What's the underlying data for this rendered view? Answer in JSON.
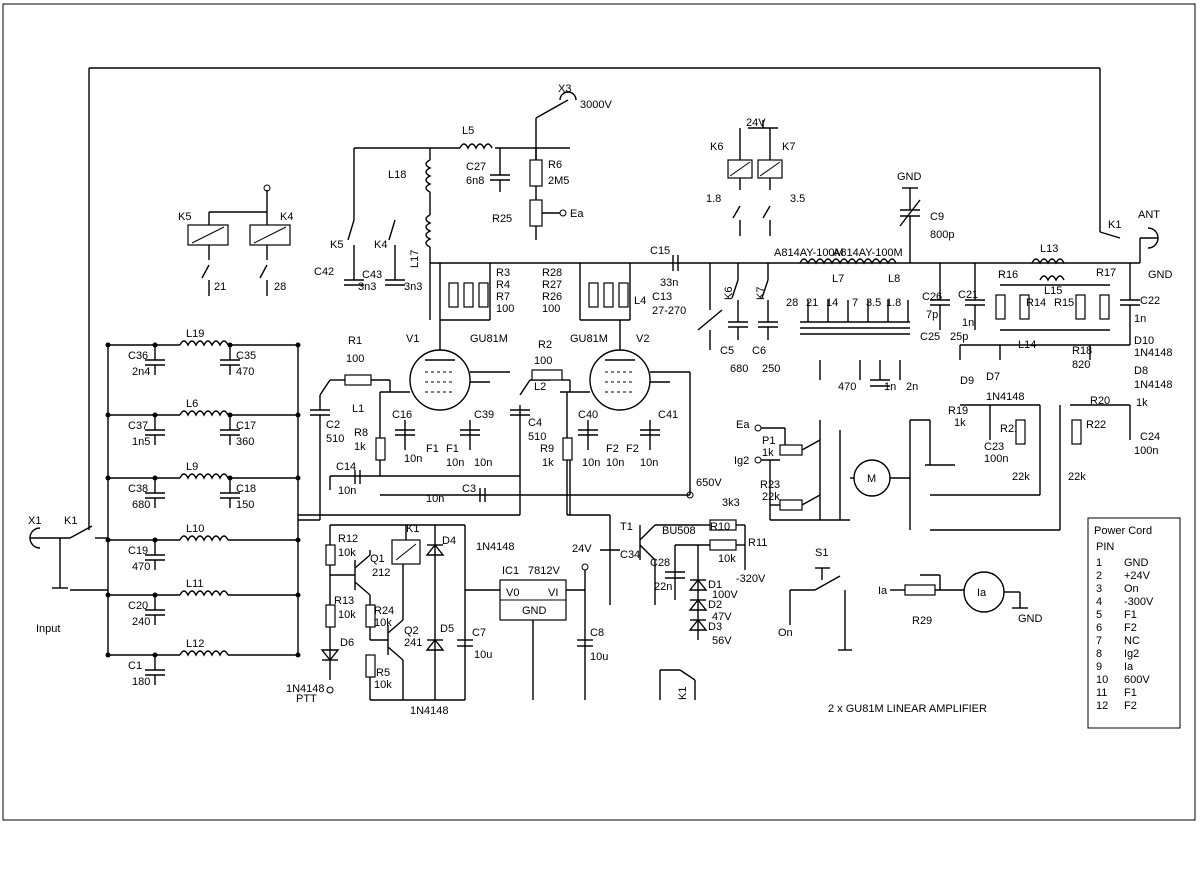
{
  "diagram": {
    "title": "2 x GU81M LINEAR AMPLIFIER",
    "input_label": "Input",
    "power_cord": {
      "title": "Power Cord",
      "pin_header": "PIN",
      "pins": [
        {
          "num": "1",
          "name": "GND"
        },
        {
          "num": "2",
          "name": "+24V"
        },
        {
          "num": "3",
          "name": "On"
        },
        {
          "num": "4",
          "name": "-300V"
        },
        {
          "num": "5",
          "name": "F1"
        },
        {
          "num": "6",
          "name": "F2"
        },
        {
          "num": "7",
          "name": "NC"
        },
        {
          "num": "8",
          "name": "Ig2"
        },
        {
          "num": "9",
          "name": "Ia"
        },
        {
          "num": "10",
          "name": "600V"
        },
        {
          "num": "11",
          "name": "F1"
        },
        {
          "num": "12",
          "name": "F2"
        }
      ]
    },
    "input_filter": {
      "coils": [
        "L19",
        "L6",
        "L9",
        "L10",
        "L11",
        "L12"
      ],
      "left_caps": [
        {
          "ref": "C36",
          "val": "2n4"
        },
        {
          "ref": "C37",
          "val": "1n5"
        },
        {
          "ref": "C38",
          "val": "680"
        },
        {
          "ref": "C19",
          "val": "470"
        },
        {
          "ref": "C20",
          "val": "240"
        },
        {
          "ref": "C1",
          "val": "180"
        }
      ],
      "right_caps": [
        {
          "ref": "C35",
          "val": "470"
        },
        {
          "ref": "C17",
          "val": "360"
        },
        {
          "ref": "C18",
          "val": "150"
        }
      ]
    },
    "relays_left": {
      "k5": "K5",
      "k4": "K4",
      "c21": "21",
      "c28": "28"
    },
    "tube1": {
      "ref": "V1",
      "type": "GU81M"
    },
    "tube2": {
      "ref": "V2",
      "type": "GU81M"
    },
    "labels": {
      "x1": "X1",
      "k1_in": "K1",
      "x3": "X3",
      "v3000": "3000V",
      "l5": "L5",
      "c27": "C27",
      "c27v": "6n8",
      "r6": "R6",
      "r6v": "2M5",
      "r25": "R25",
      "ea": "Ea",
      "l18": "L18",
      "l17": "L17",
      "c42": "C42",
      "c43": "C43",
      "c43v": "3n3",
      "c3n3": "3n3",
      "k5v": "K5",
      "k4v": "K4",
      "r3": "R3",
      "r4": "R4",
      "r7": "R7",
      "r100a": "100",
      "r28": "R28",
      "r27": "R27",
      "r26": "R26",
      "r100b": "100",
      "l4": "L4",
      "c15": "C15",
      "c15v": "33n",
      "c13": "C13",
      "c13v": "27-270",
      "k6": "K6",
      "k7": "K7",
      "c5": "C5",
      "c5v": "680",
      "c6": "C6",
      "c6v": "250",
      "k6r": "K6",
      "k7r": "K7",
      "v24": "24V",
      "p18": "1.8",
      "p35": "3.5",
      "gnd_top": "GND",
      "c9": "C9",
      "c9v": "800p",
      "sw1": "A814AY-100M",
      "sw2": "A814AY-100M",
      "l7": "L7",
      "l8": "L8",
      "b28": "28",
      "b21": "21",
      "b14": "14",
      "b7": "7",
      "b35": "3.5",
      "b18": "1.8",
      "c470": "470",
      "c1n": "1n",
      "c2n": "2n",
      "l13": "L13",
      "r16": "R16",
      "r17": "R17",
      "r14": "R14",
      "r15": "R15",
      "l15": "L15",
      "c26": "C26",
      "c26v": "7p",
      "c21": "C21",
      "c21v": "1n",
      "c22": "C22",
      "c22v": "1n",
      "c25": "C25",
      "c25v": "25p",
      "d9": "D9",
      "d7": "D7",
      "l14": "L14",
      "r18": "R18",
      "r18v": "820",
      "d10": "D10",
      "d10v": "1N4148",
      "d8": "D8",
      "d8v": "1N4148",
      "r19": "R19",
      "r19v": "1k",
      "r21": "R21",
      "r20": "R20",
      "r20v": "1k",
      "r22": "R22",
      "c23": "C23",
      "c23v": "100n",
      "c24": "C24",
      "c24v": "100n",
      "k22a": "22k",
      "k22b": "22k",
      "d1n4148": "1N4148",
      "k1_ant": "K1",
      "ant": "ANT",
      "gnd_ant": "GND",
      "r1": "R1",
      "r1v": "100",
      "l1": "L1",
      "c2": "C2",
      "c2v": "510",
      "r8": "R8",
      "r8v": "1k",
      "c16": "C16",
      "c16v": "10n",
      "f1a": "F1",
      "f1b": "F1",
      "c39": "C39",
      "c39v": "10n",
      "c10na": "10n",
      "r2": "R2",
      "r2v": "100",
      "l2": "L2",
      "c4": "C4",
      "c4v": "510",
      "r9": "R9",
      "r9v": "1k",
      "c40": "C40",
      "c40v": "10n",
      "f2a": "F2",
      "f2b": "F2",
      "c41": "C41",
      "c41v": "10n",
      "c10nb": "10n",
      "c14": "C14",
      "c14v": "10n",
      "c3": "C3",
      "c3v": "10n",
      "v650": "650V",
      "ea2": "Ea",
      "p1": "P1",
      "p1v": "1k",
      "ig2": "Ig2",
      "r23": "R23",
      "r23v": "22k",
      "motor": "M",
      "r12": "R12",
      "r12v": "10k",
      "q1": "Q1",
      "q1v": "212",
      "k1_relay": "K1",
      "d4": "D4",
      "d4v": "1N4148",
      "r13": "R13",
      "r13v": "10k",
      "r24": "R24",
      "r24v": "10k",
      "q2": "Q2",
      "q2v": "241",
      "d6": "D6",
      "d6v": "1N4148",
      "ptt": "PTT",
      "r5": "R5",
      "r5v": "10k",
      "d5": "D5",
      "d5v": "1N4148",
      "c7": "C7",
      "c7v": "10u",
      "ic1": "IC1",
      "ic1v": "7812V",
      "vo": "V0",
      "vi": "VI",
      "gndic": "GND",
      "v24b": "24V",
      "c8": "C8",
      "c8v": "10u",
      "t1": "T1",
      "bu508": "BU508",
      "c34": "C34",
      "c28": "C28",
      "c28v": "22n",
      "r10": "R10",
      "r10v": "3k3",
      "r11": "R11",
      "r11v": "10k",
      "vm320": "-320V",
      "d1": "D1",
      "d1v": "100V",
      "d2": "D2",
      "d2v": "47V",
      "d3": "D3",
      "d3v": "56V",
      "s1": "S1",
      "on": "On",
      "ia": "Ia",
      "ia_meter": "Ia",
      "r29": "R29",
      "gnd_ia": "GND",
      "k1_bot": "K1"
    }
  }
}
